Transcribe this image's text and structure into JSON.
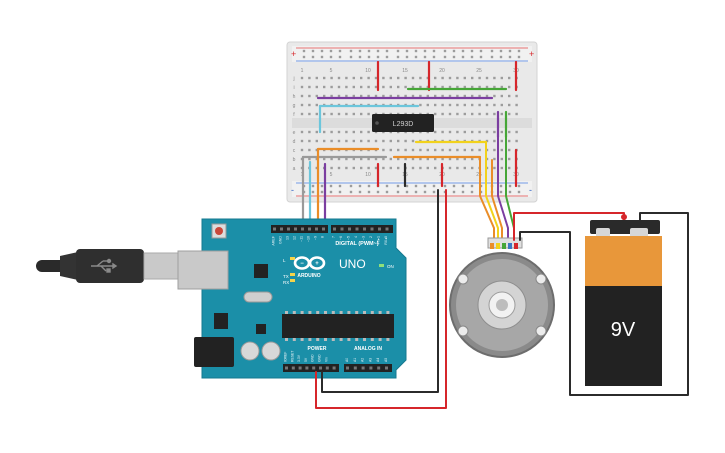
{
  "breadboard": {
    "chip_label": "L293D",
    "column_numbers": [
      "1",
      "5",
      "10",
      "15",
      "20",
      "25",
      "30"
    ],
    "row_letters_top": [
      "j",
      "i",
      "h",
      "g",
      "f"
    ],
    "row_letters_bottom": [
      "e",
      "d",
      "c",
      "b",
      "a"
    ],
    "rail_plus": "+",
    "rail_minus": "-"
  },
  "arduino": {
    "brand": "ARDUINO",
    "model": "UNO",
    "digital_label": "DIGITAL (PWM~)",
    "power_label": "POWER",
    "analog_label": "ANALOG IN",
    "on_label": "ON",
    "tx_label": "TX",
    "rx_label": "RX",
    "l_label": "L",
    "digital_pins": [
      "AREF",
      "GND",
      "13",
      "12",
      "~11",
      "~10",
      "~9",
      "8",
      "7",
      "~6",
      "~5",
      "4",
      "~3",
      "2",
      "TX▸1",
      "RX◂0"
    ],
    "power_pins": [
      "IOREF",
      "RESET",
      "3.3V",
      "5V",
      "GND",
      "GND",
      "Vin"
    ],
    "analog_pins": [
      "A0",
      "A1",
      "A2",
      "A3",
      "A4",
      "A5"
    ]
  },
  "battery": {
    "label": "9V",
    "plus": "+",
    "minus": "-"
  },
  "colors": {
    "board_teal": "#1b8fa8",
    "breadboard": "#e9e9e9",
    "wire_red": "#d6262b",
    "wire_black": "#2b2b2b",
    "wire_orange": "#ea8d28",
    "wire_yellow": "#f2d21b",
    "wire_green": "#46a637",
    "wire_purple": "#7b3ea0",
    "wire_blue": "#3d78c4",
    "wire_cyan": "#6cc6dc",
    "wire_gray": "#9a9a9a",
    "battery_top": "#e8973a",
    "battery_body": "#222222"
  }
}
